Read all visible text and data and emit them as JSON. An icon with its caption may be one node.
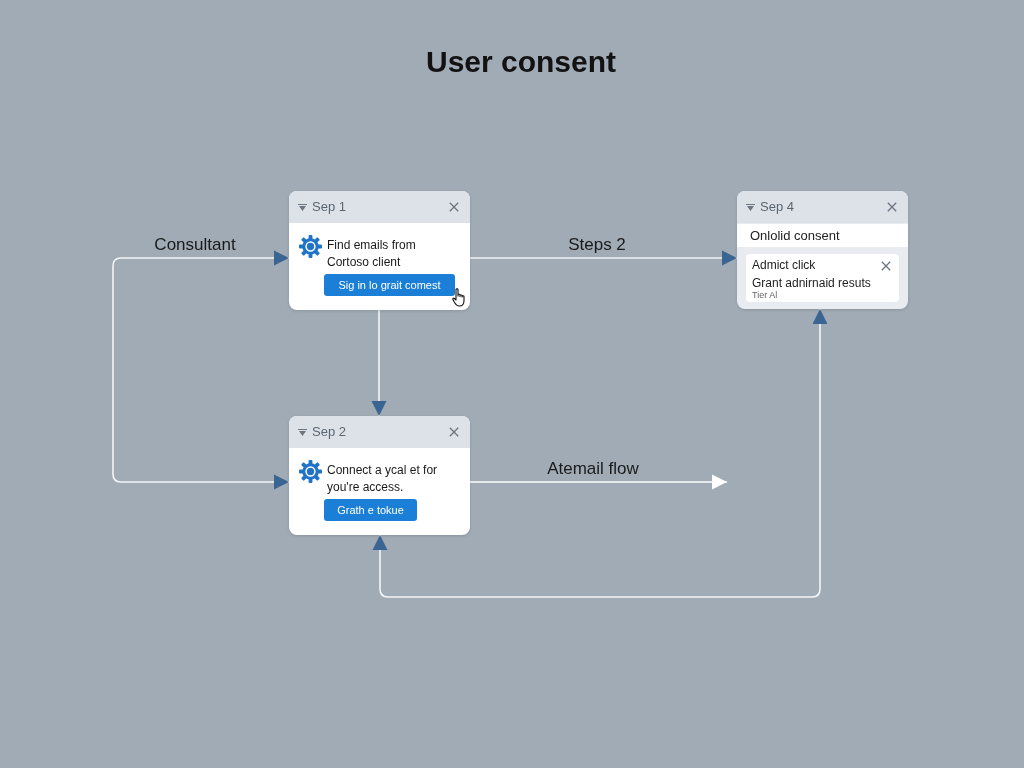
{
  "diagram": {
    "title": "User consent",
    "nodes": [
      {
        "text": [
          "Sep 1",
          "Find emails from Cortoso client",
          "Sig in lo grait comest"
        ]
      },
      {
        "text": [
          "Sep 4",
          "Onlolid consent"
        ]
      },
      {
        "text": [
          "Admict click",
          "Grant adnirnaid resuts",
          "Tier Al"
        ],
        "in": 1
      },
      {
        "text": [
          "Sep 2",
          "Connect a ycal et for you're access.",
          "Grath e tokue"
        ]
      }
    ],
    "edges": [
      {
        "from": 0,
        "to": 3,
        "arrow": "both",
        "label": "Consultant"
      },
      {
        "from": 0,
        "to": 1,
        "arrow": "to",
        "label": "Steps 2"
      },
      {
        "from": 0,
        "to": 3,
        "arrow": "to"
      },
      {
        "from": 3,
        "to": null,
        "arrow": "to",
        "label": "Atemail flow",
        "color": "#ffffff"
      },
      {
        "from": 1,
        "to": 3,
        "arrow": "both"
      }
    ]
  }
}
